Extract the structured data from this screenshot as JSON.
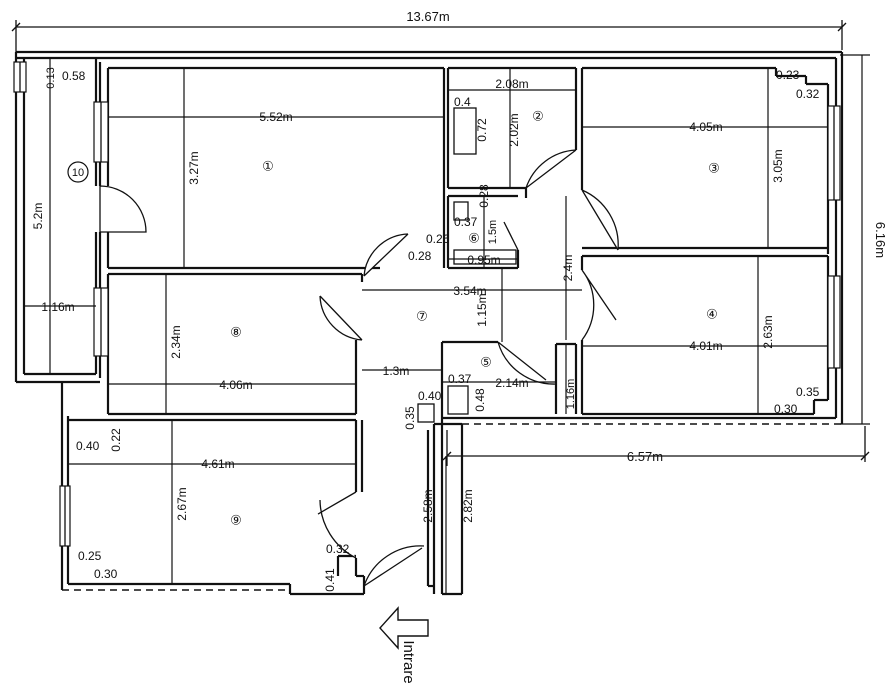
{
  "overall": {
    "width": "13.67m",
    "height": "6.16m",
    "right_block": "6.57m"
  },
  "entrance": "Intrare",
  "rooms": [
    {
      "id": "1",
      "label": "①",
      "dims": [
        "5.52m",
        "3.27m"
      ]
    },
    {
      "id": "2",
      "label": "②",
      "dims": [
        "2.08m",
        "2.02m",
        "0.72",
        "0.4"
      ]
    },
    {
      "id": "3",
      "label": "③",
      "dims": [
        "4.05m",
        "3.05m",
        "0.23",
        "0.32"
      ]
    },
    {
      "id": "4",
      "label": "④",
      "dims": [
        "4.01m",
        "2.63m",
        "0.35",
        "0.30"
      ]
    },
    {
      "id": "5",
      "label": "⑤",
      "dims": [
        "2.14m",
        "1.16m",
        "0.37",
        "0.48"
      ]
    },
    {
      "id": "6",
      "label": "⑥",
      "dims": [
        "0.95m",
        "1.5m",
        "0.28",
        "0.37",
        "0.26",
        "0.28"
      ]
    },
    {
      "id": "7",
      "label": "⑦",
      "dims": [
        "3.54m",
        "2.4m",
        "1.15m",
        "1.3m",
        "2.58m",
        "2.82m",
        "0.40",
        "0.35"
      ]
    },
    {
      "id": "8",
      "label": "⑧",
      "dims": [
        "4.06m",
        "2.34m"
      ]
    },
    {
      "id": "9",
      "label": "⑨",
      "dims": [
        "4.61m",
        "2.67m",
        "0.40",
        "0.22",
        "0.25",
        "0.30",
        "0.32",
        "0.41"
      ]
    },
    {
      "id": "10",
      "label": "⑩",
      "dims": [
        "5.2m",
        "1.16m",
        "0.13",
        "0.58"
      ]
    }
  ]
}
